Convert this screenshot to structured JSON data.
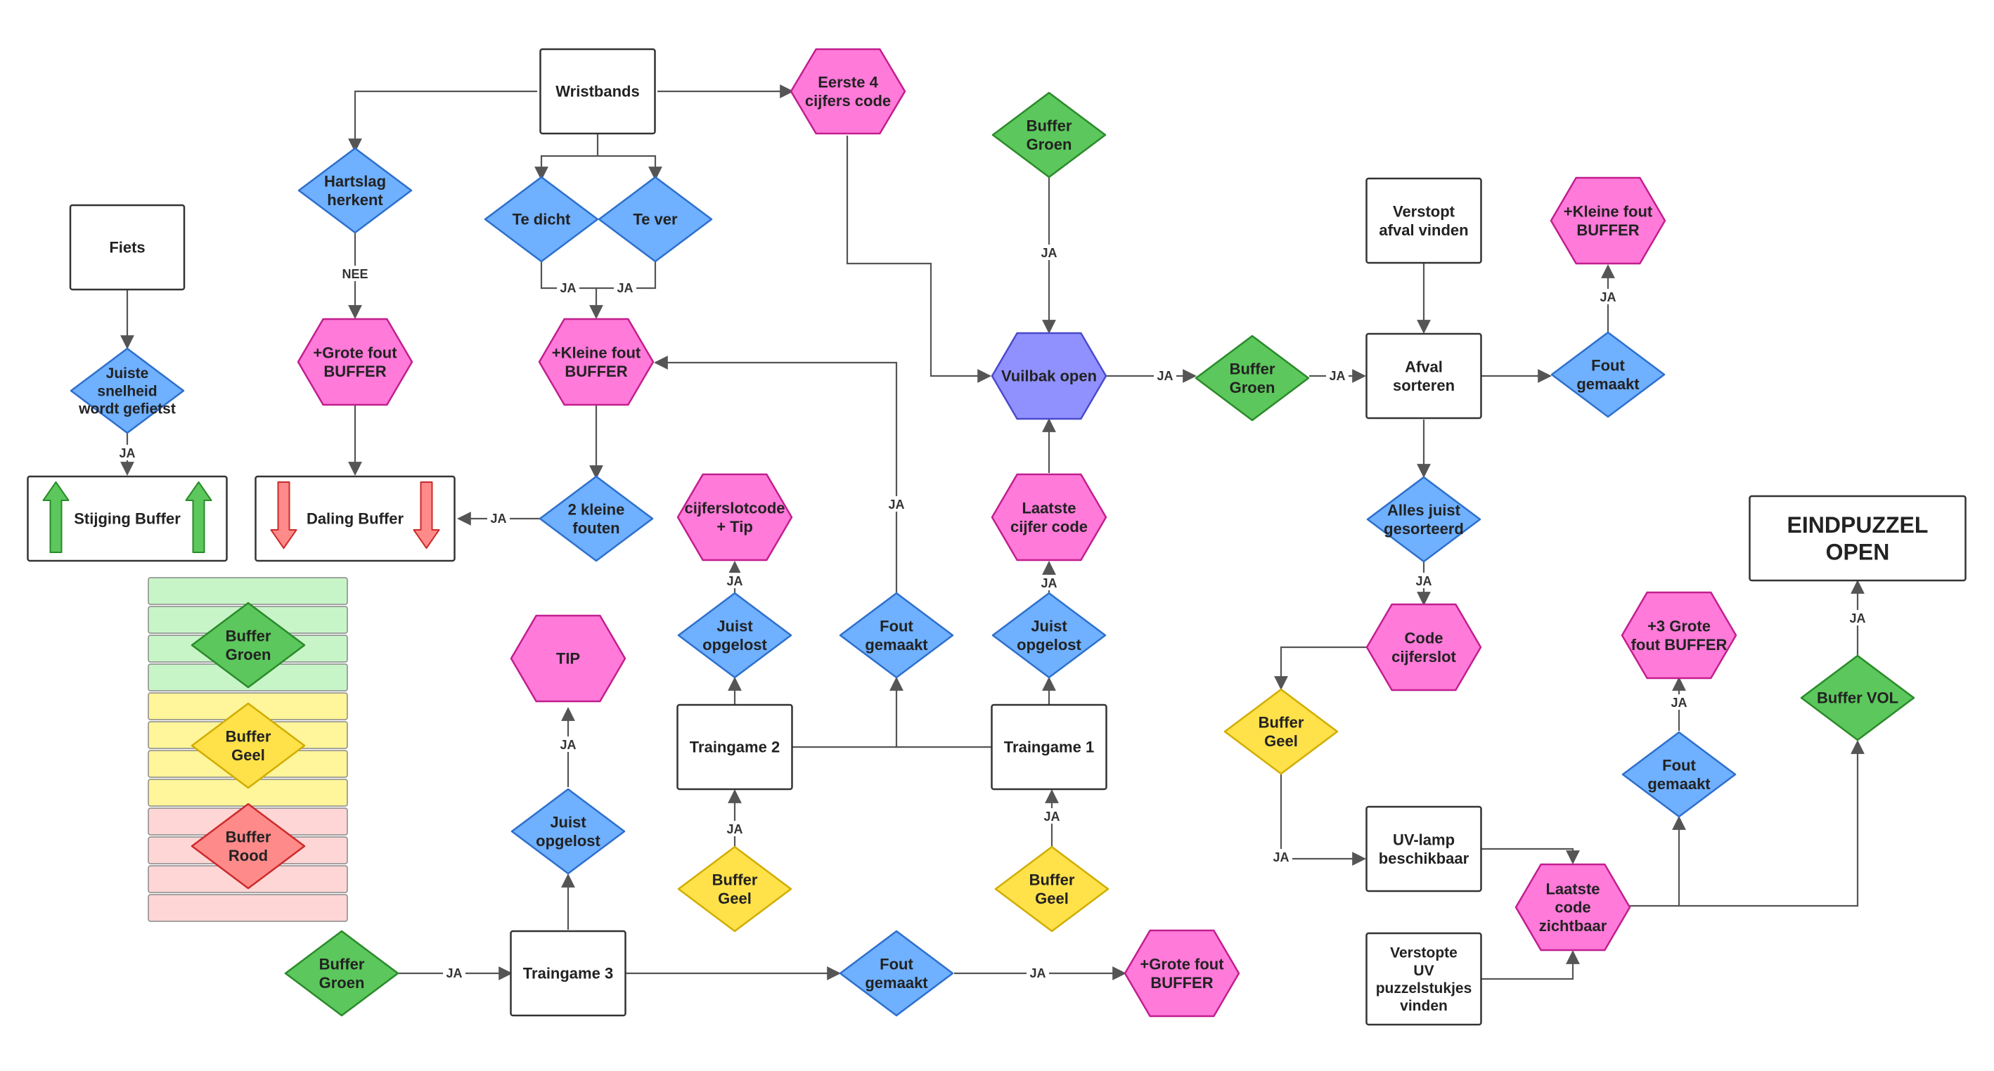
{
  "colors": {
    "pink": "#ff7ad9",
    "pink_stroke": "#c21e8f",
    "blue": "#6fb0ff",
    "blue_stroke": "#2d6fcc",
    "green": "#5cc75c",
    "green_stroke": "#2a8a2a",
    "yellow": "#ffe14a",
    "yellow_stroke": "#d1ad00",
    "red": "#ff8a8a",
    "red_stroke": "#cc2a2a",
    "purple": "#9090ff",
    "purple_stroke": "#4a4acc",
    "box_stroke": "#333333",
    "edge": "#555555"
  },
  "nodes": {
    "wristbands": "Wristbands",
    "eerste4": "Eerste 4\ncijfers code",
    "buffer_groen_top": "Buffer\nGroen",
    "hartslag": "Hartslag\nherkent",
    "te_dicht": "Te dicht",
    "te_ver": "Te ver",
    "fiets": "Fiets",
    "juiste_snelheid": "Juiste\nsnelheid\nwordt gefietst",
    "grote_fout_1": "+Grote fout\nBUFFER",
    "kleine_fout_1": "+Kleine fout\nBUFFER",
    "stijging_buffer": "Stijging Buffer",
    "daling_buffer": "Daling Buffer",
    "twee_kleine": "2 kleine\nfouten",
    "cijferslot_tip": "cijferslotcode\n+ Tip",
    "vuilbak_open": "Vuilbak open",
    "buffer_groen_mid": "Buffer\nGroen",
    "verstopt_afval": "Verstopt\nafval vinden",
    "afval_sorteren": "Afval\nsorteren",
    "fout_gemaakt_afval": "Fout\ngemaakt",
    "kleine_fout_2": "+Kleine fout\nBUFFER",
    "laatste_cijfer": "Laatste\ncijfer code",
    "alles_juist": "Alles juist\ngesorteerd",
    "eindpuzzel": "EINDPUZZEL\nOPEN",
    "tip": "TIP",
    "juist_tg2": "Juist\nopgelost",
    "fout_tg": "Fout\ngemaakt",
    "juist_tg1": "Juist\nopgelost",
    "code_cijferslot": "Code\ncijferslot",
    "grote_fout_3": "+3 Grote\nfout BUFFER",
    "buffer_groen_legend": "Buffer\nGroen",
    "buffer_geel_legend": "Buffer\nGeel",
    "buffer_rood_legend": "Buffer\nRood",
    "juist_tg3": "Juist\nopgelost",
    "traingame2": "Traingame 2",
    "traingame1": "Traingame 1",
    "buffer_geel_right": "Buffer\nGeel",
    "fout_gemaakt_uv": "Fout\ngemaakt",
    "buffer_vol": "Buffer VOL",
    "buffer_geel_tg2": "Buffer\nGeel",
    "buffer_geel_tg1": "Buffer\nGeel",
    "uv_lamp": "UV-lamp\nbeschikbaar",
    "laatste_code": "Laatste\ncode\nzichtbaar",
    "buffer_groen_bottom": "Buffer\nGroen",
    "traingame3": "Traingame 3",
    "fout_tg3": "Fout\ngemaakt",
    "grote_fout_tg3": "+Grote fout\nBUFFER",
    "verstopte_uv": "Verstopte\nUV\npuzzelstukjes\nvinden"
  },
  "edge_labels": {
    "nee": "NEE",
    "ja": "JA"
  },
  "icons": {
    "up_arrow": "arrow-up-icon",
    "down_arrow": "arrow-down-icon"
  }
}
